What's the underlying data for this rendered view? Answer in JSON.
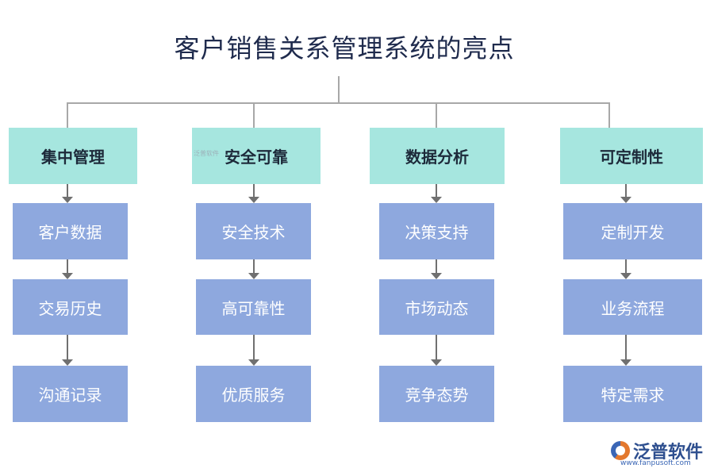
{
  "title": "客户销售关系管理系统的亮点",
  "columns": [
    {
      "header": "集中管理",
      "items": [
        "客户数据",
        "交易历史",
        "沟通记录"
      ]
    },
    {
      "header": "安全可靠",
      "items": [
        "安全技术",
        "高可靠性",
        "优质服务"
      ]
    },
    {
      "header": "数据分析",
      "items": [
        "决策支持",
        "市场动态",
        "竞争态势"
      ]
    },
    {
      "header": "可定制性",
      "items": [
        "定制开发",
        "业务流程",
        "特定需求"
      ]
    }
  ],
  "watermark": {
    "brand": "泛普软件",
    "url": "www.fanpusoft.com",
    "small": "泛普软件"
  },
  "colors": {
    "header_fill": "#a6e6df",
    "item_fill": "#8ea8de",
    "connector": "#a8a8a8",
    "arrow": "#707070"
  }
}
